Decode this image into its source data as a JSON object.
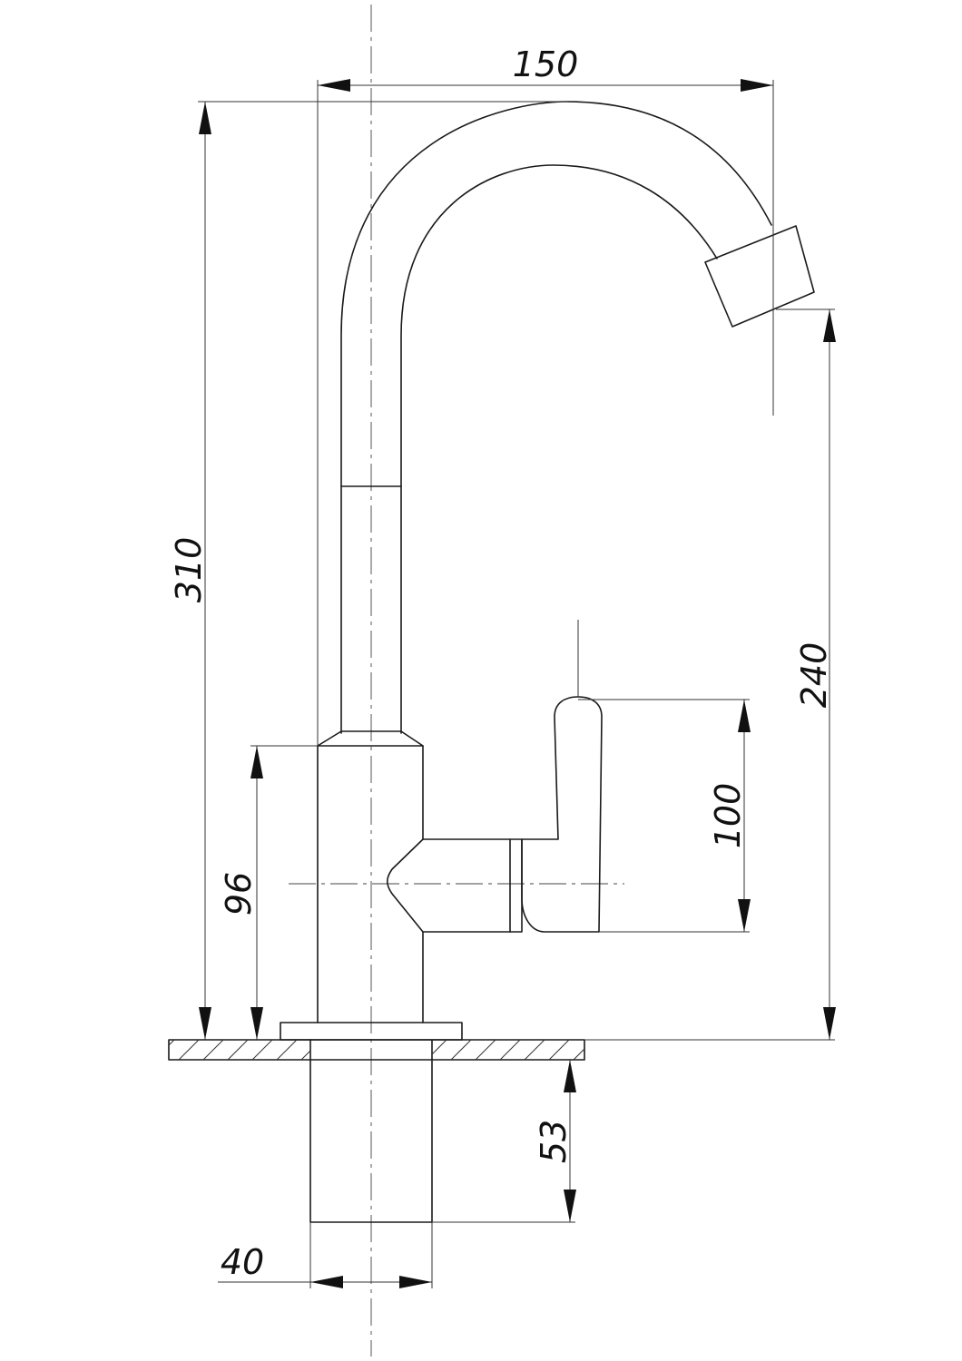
{
  "dimensions": {
    "spout_reach": "150",
    "total_height": "310",
    "spout_outlet_height": "240",
    "body_height": "96",
    "handle_height": "100",
    "shank_length": "53",
    "shank_diameter": "40"
  }
}
